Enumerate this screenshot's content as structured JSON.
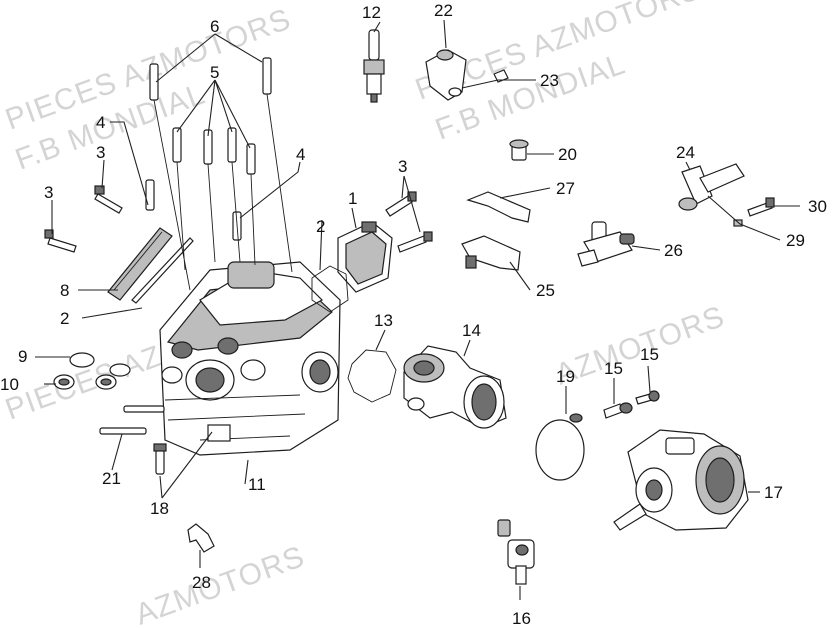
{
  "watermarks": {
    "row1": "PIECES AZMOTORS",
    "row2": "F.B MONDIAL",
    "row3": "PIECES AZMOTORS",
    "row4": "F.B MONDIAL",
    "row5": "PIECES AZMOTORS",
    "row6": "AZMOTORS",
    "row7": "AZMOTORS"
  },
  "callouts": {
    "c1": "1",
    "c2a": "2",
    "c2b": "2",
    "c3a": "3",
    "c3b": "3",
    "c3c": "3",
    "c4a": "4",
    "c4b": "4",
    "c5": "5",
    "c6": "6",
    "c8": "8",
    "c9": "9",
    "c10": "10",
    "c11": "11",
    "c12": "12",
    "c13": "13",
    "c14": "14",
    "c15a": "15",
    "c15b": "15",
    "c16": "16",
    "c17": "17",
    "c18": "18",
    "c19": "19",
    "c20": "20",
    "c21": "21",
    "c22": "22",
    "c23": "23",
    "c24": "24",
    "c25": "25",
    "c26": "26",
    "c27": "27",
    "c28": "28",
    "c29": "29",
    "c30": "30"
  }
}
